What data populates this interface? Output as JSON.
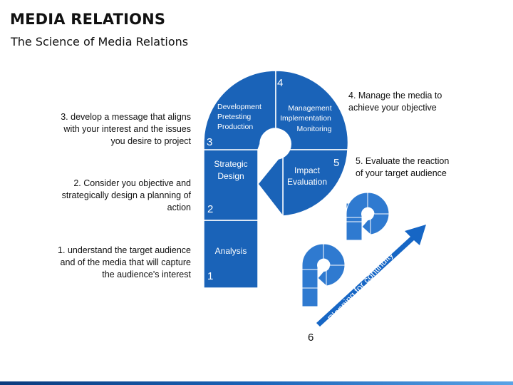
{
  "header": {
    "title": "MEDIA RELATIONS",
    "subtitle": "The Science of Media Relations"
  },
  "steps": [
    {
      "number": "1",
      "label": "Analysis"
    },
    {
      "number": "2",
      "label_lines": [
        "Strategic",
        "Design"
      ]
    },
    {
      "number": "3",
      "label_lines": [
        "Development",
        "Pretesting",
        "Production"
      ]
    },
    {
      "number": "4",
      "label_lines": [
        "Management",
        "Implementation",
        "Monitoring"
      ]
    },
    {
      "number": "5",
      "label_lines": [
        "Impact",
        "Evaluation"
      ]
    },
    {
      "number": "6"
    }
  ],
  "notes": {
    "step1": [
      "1. understand the target audience",
      "and of the media that will capture",
      "the audience's interest"
    ],
    "step2": [
      "2. Consider you objective and",
      "strategically design a planning of",
      "action"
    ],
    "step3": [
      "3. develop a message that aligns",
      "with your interest and the issues",
      "you desire to project"
    ],
    "step4": [
      "4. Manage the media to",
      "achieve your objective"
    ],
    "step5": [
      "5. Evaluate the reaction",
      "of your target audience"
    ]
  },
  "arrow_label": "Planning for continuity",
  "colors": {
    "primary_blue": "#1a63b8",
    "tile_stroke": "#ffffff",
    "arrow_blue": "#1666c5",
    "light_tile": "#2f7ad0"
  }
}
